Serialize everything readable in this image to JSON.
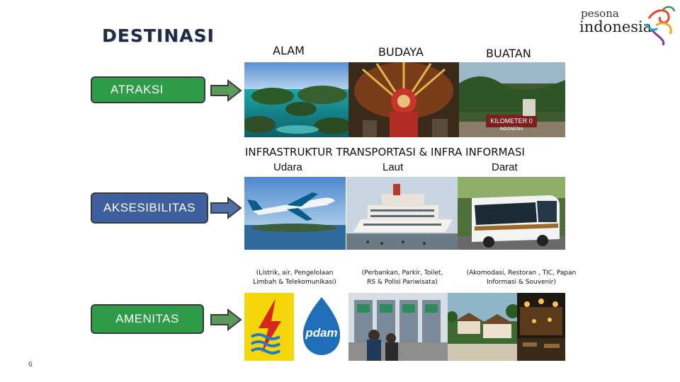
{
  "title": "DESTINASI",
  "logo": {
    "pesona": "pesona",
    "indonesia": "indonesia"
  },
  "rows": {
    "atraksi": "ATRAKSI",
    "aksesibilitas": "AKSESIBILITAS",
    "amenitas": "AMENITAS"
  },
  "atraksi_headers": [
    "ALAM",
    "BUDAYA",
    "BUATAN"
  ],
  "kilometer_sign": {
    "line1": "KILOMETER 0",
    "line2": "INDONESIA"
  },
  "infra_title": "INFRASTRUKTUR TRANSPORTASI & INFRA INFORMASI",
  "infra_modes": [
    "Udara",
    "Laut",
    "Darat"
  ],
  "amenitas_desc": [
    [
      "(Listrik, air, Pengelolaan",
      "Limbah & Telekomunikasi)"
    ],
    [
      "(Perbankan, Parkir, Toilet,",
      "RS & Polisi Pariwisata)"
    ],
    [
      "(Akomodasi, Restoran , TIC, Papan",
      "Informasi & Souvenir)"
    ]
  ],
  "pdam_label": "pdam",
  "page_number": "6",
  "colors": {
    "green": "#2e9b49",
    "blue": "#3d5f9e",
    "arrow_fill": "#5b9a5a",
    "arrow_stroke": "#3a3a3a"
  }
}
